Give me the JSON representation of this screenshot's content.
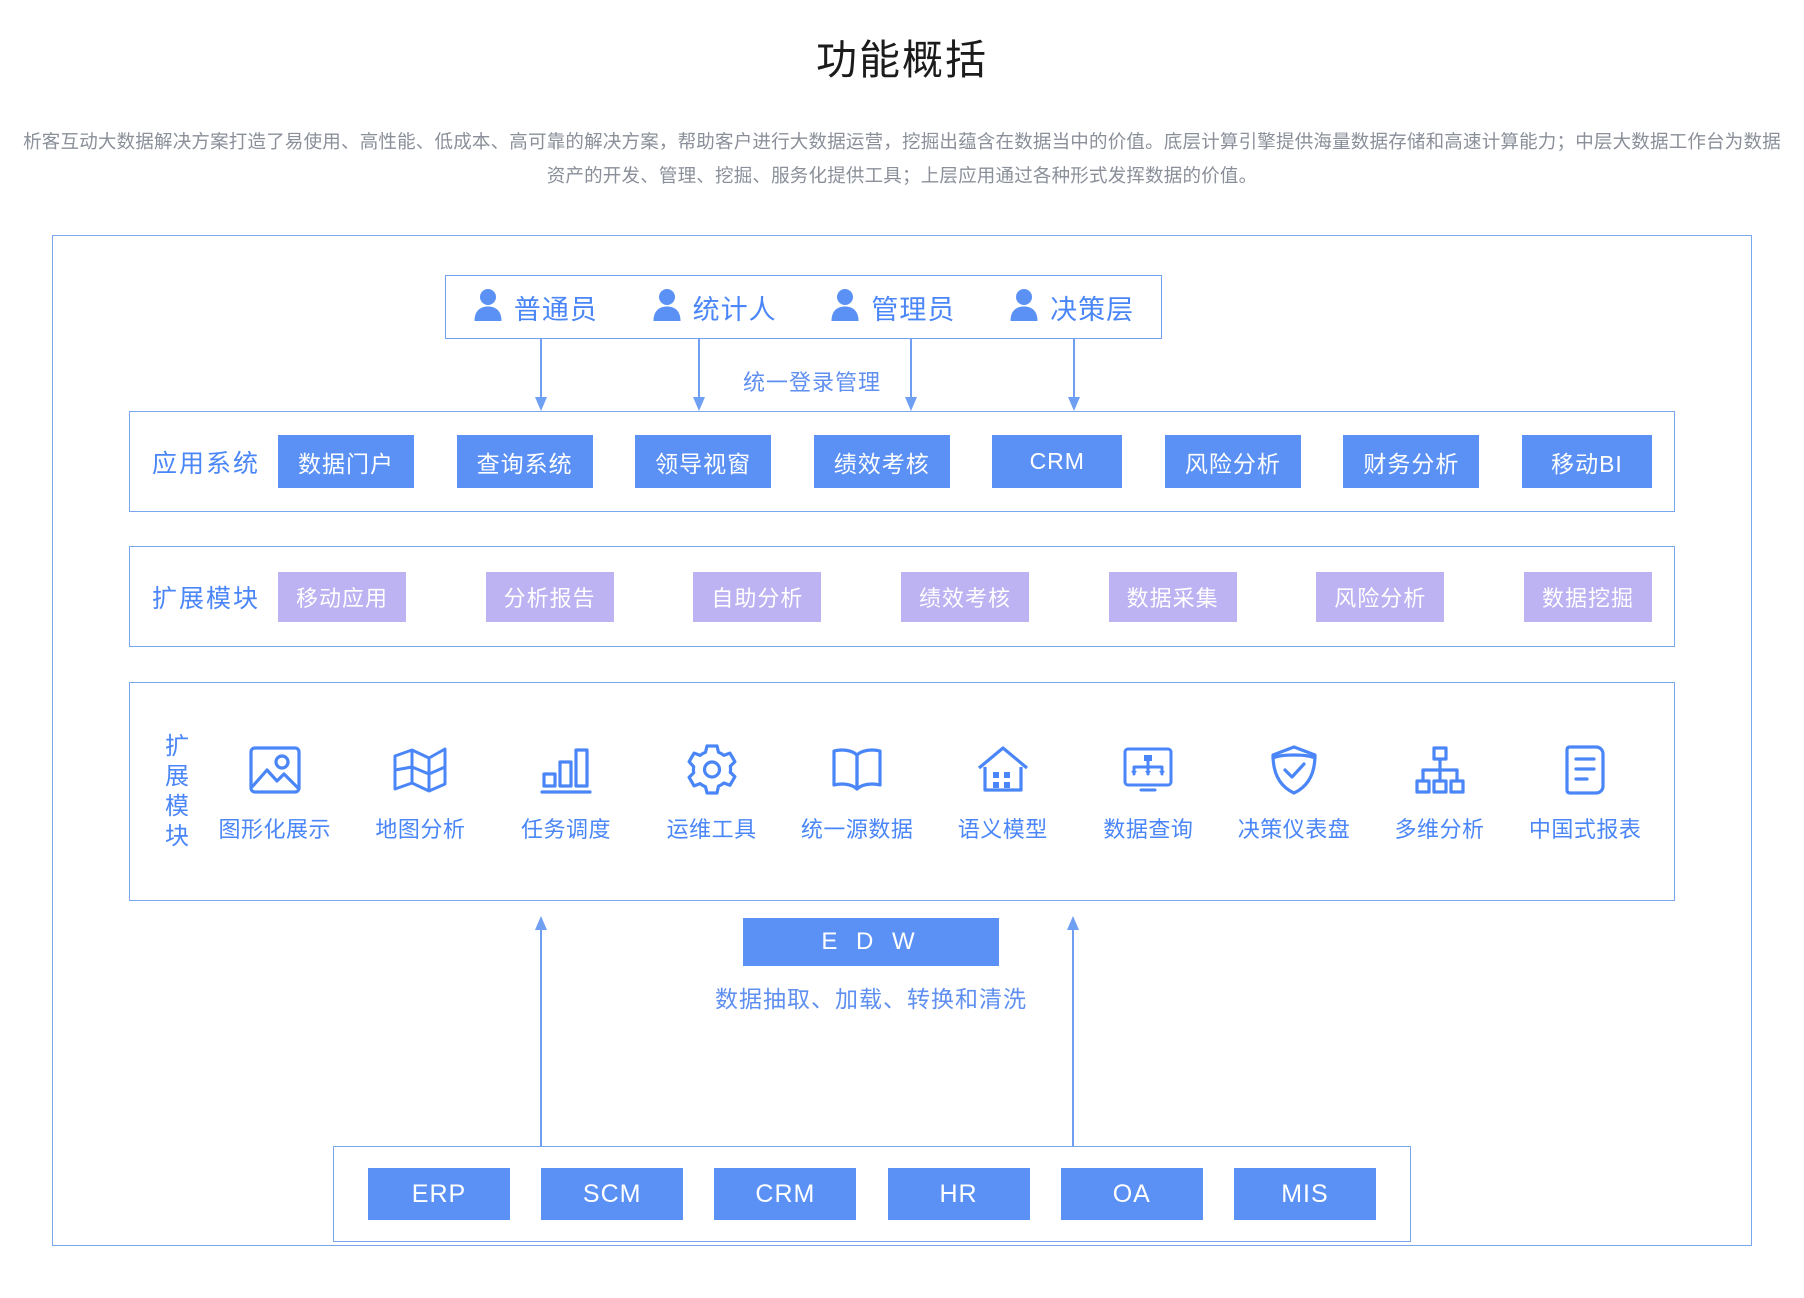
{
  "header": {
    "title": "功能概括",
    "description": "析客互动大数据解决方案打造了易使用、高性能、低成本、高可靠的解决方案，帮助客户进行大数据运营，挖掘出蕴含在数据当中的价值。底层计算引擎提供海量数据存储和高速计算能力；中层大数据工作台为数据资产的开发、管理、挖掘、服务化提供工具；上层应用通过各种形式发挥数据的价值。"
  },
  "colors": {
    "blue_chip": "#5b91f5",
    "purple_chip": "#bdb2f2",
    "border_blue": "#7aa6f0",
    "text_blue": "#4a86f7",
    "title_black": "#1b1b1b",
    "desc_gray": "#8a8f99"
  },
  "roles": {
    "items": [
      {
        "label": "普通员",
        "icon": "user-icon"
      },
      {
        "label": "统计人",
        "icon": "user-icon"
      },
      {
        "label": "管理员",
        "icon": "user-icon"
      },
      {
        "label": "决策层",
        "icon": "user-icon"
      }
    ]
  },
  "login_flow": {
    "label": "统一登录管理",
    "arrow_count": 4
  },
  "app_systems": {
    "title": "应用系统",
    "items": [
      "数据门户",
      "查询系统",
      "领导视窗",
      "绩效考核",
      "CRM",
      "风险分析",
      "财务分析",
      "移动BI"
    ]
  },
  "extension_modules": {
    "title": "扩展模块",
    "items": [
      "移动应用",
      "分析报告",
      "自助分析",
      "绩效考核",
      "数据采集",
      "风险分析",
      "数据挖掘"
    ]
  },
  "platform_modules": {
    "title": "扩展模块",
    "title_chars": [
      "扩",
      "展",
      "模",
      "块"
    ],
    "items": [
      {
        "label": "图形化展示",
        "icon": "image-icon"
      },
      {
        "label": "地图分析",
        "icon": "map-icon"
      },
      {
        "label": "任务调度",
        "icon": "bar-chart-icon"
      },
      {
        "label": "运维工具",
        "icon": "gear-icon"
      },
      {
        "label": "统一源数据",
        "icon": "book-icon"
      },
      {
        "label": "语义模型",
        "icon": "house-icon"
      },
      {
        "label": "数据查询",
        "icon": "monitor-flow-icon"
      },
      {
        "label": "决策仪表盘",
        "icon": "shield-check-icon"
      },
      {
        "label": "多维分析",
        "icon": "hierarchy-icon"
      },
      {
        "label": "中国式报表",
        "icon": "document-icon"
      }
    ]
  },
  "edw": {
    "label": "E D W",
    "subtitle": "数据抽取、加载、转换和清洗"
  },
  "data_sources": {
    "items": [
      "ERP",
      "SCM",
      "CRM",
      "HR",
      "OA",
      "MIS"
    ]
  }
}
